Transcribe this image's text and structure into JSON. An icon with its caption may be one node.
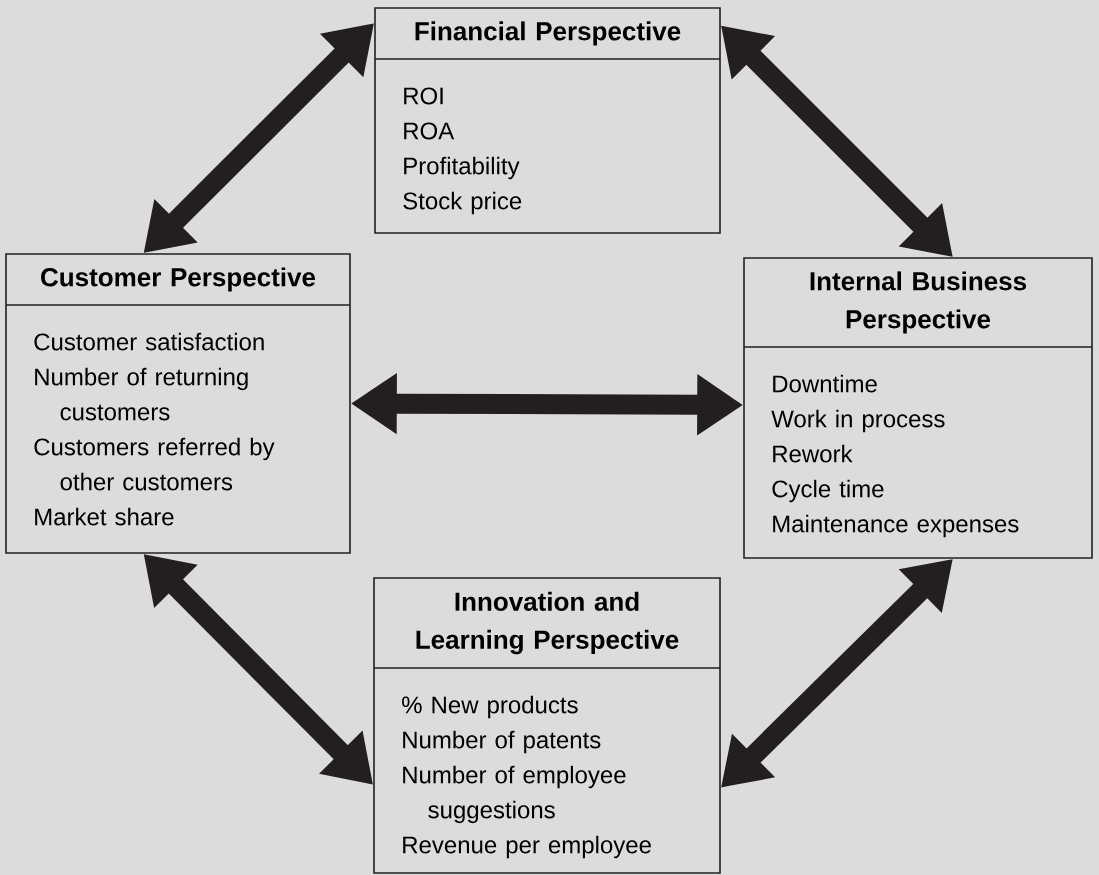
{
  "diagram": {
    "nodes": [
      {
        "text": [
          "Financial Perspective",
          "ROI",
          "ROA",
          "Profitability",
          "Stock price"
        ]
      },
      {
        "text": [
          "Customer Perspective",
          "Customer satisfaction",
          "Number of returning customers",
          "Customers referred by other customers",
          "Market share"
        ]
      },
      {
        "text": [
          "Internal Business Perspective",
          "Downtime",
          "Work in process",
          "Rework",
          "Cycle time",
          "Maintenance expenses"
        ]
      },
      {
        "text": [
          "Innovation and Learning Perspective",
          "% New products",
          "Number of patents",
          "Number of employee suggestions",
          "Revenue per employee"
        ]
      }
    ],
    "edges": [
      {
        "from": 0,
        "to": 1,
        "arrow": "both"
      },
      {
        "from": 0,
        "to": 2,
        "arrow": "both"
      },
      {
        "from": 1,
        "to": 2,
        "arrow": "both"
      },
      {
        "from": 1,
        "to": 3,
        "arrow": "both"
      },
      {
        "from": 2,
        "to": 3,
        "arrow": "both"
      }
    ]
  }
}
